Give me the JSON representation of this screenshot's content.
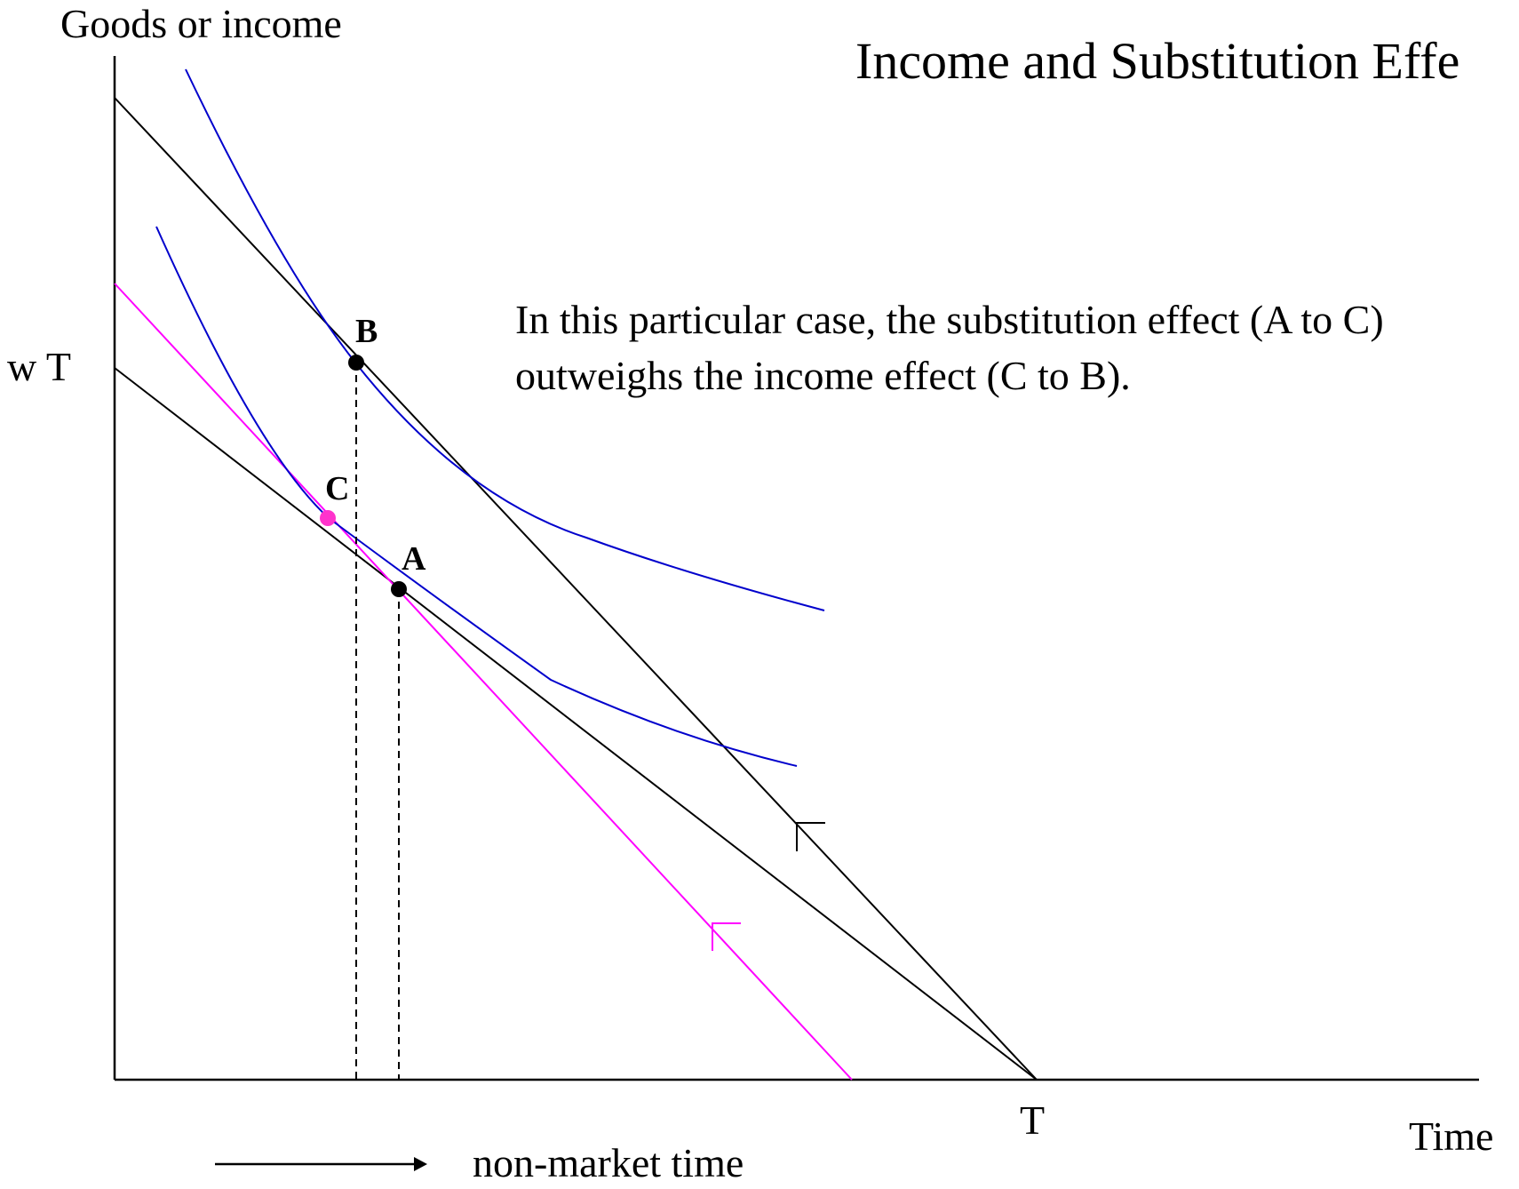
{
  "title": "Income and Substitution Effe",
  "y_axis_label": "Goods or income",
  "x_axis_label": "Time",
  "x_tick_label": "T",
  "y_tick_label": "w T",
  "note": {
    "line1": "In this particular case, the substitution effect (A to C)",
    "line2": "outweighs the income effect (C to B)."
  },
  "points": {
    "A": "A",
    "B": "B",
    "C": "C"
  },
  "arrow_label": "non-market time",
  "colors": {
    "indifference_curve": "#0000cc",
    "compensated_budget_line": "#ff00ff",
    "point_C": "#ff33cc",
    "budget_line": "#000000"
  }
}
